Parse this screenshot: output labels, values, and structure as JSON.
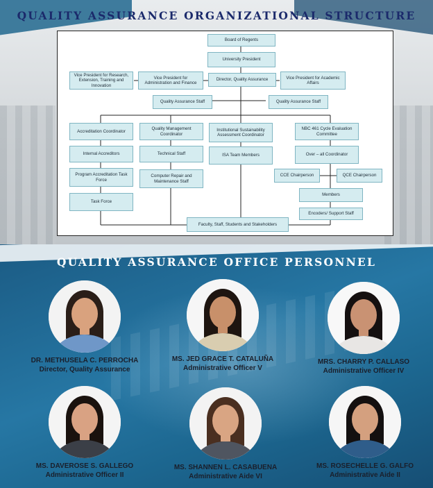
{
  "org_section": {
    "title": "QUALITY ASSURANCE ORGANIZATIONAL STRUCTURE",
    "nodes": {
      "board": "Board of Regents",
      "president": "University President",
      "director": "Director, Quality Assurance",
      "vp_research": "Vice President for Research, Extension, Training and Innovation",
      "vp_admin": "Vice President for Administration and Finance",
      "vp_academic": "Vice President for Academic Affairs",
      "qa_staff_left": "Quality Assurance Staff",
      "qa_staff_right": "Quality Assurance Staff",
      "accreditation": "Accreditation Coordinator",
      "qms": "Quality Management Coordinator",
      "isa_coord": "Institutional Sustainability Assessment Coordinator",
      "nbc": "NBC 461 Cycle Evaluation Committee",
      "internal": "Internal Accreditors",
      "technical": "Technical Staff",
      "isa_team": "ISA Team Members",
      "overall": "Over – all Coordinator",
      "program_tf": "Program Accreditation Task Force",
      "repair": "Computer Repair and Maintenance Staff",
      "cce": "CCE Chairperson",
      "qce": "QCE Chairperson",
      "task_force": "Task Force",
      "members": "Members",
      "encoders": "Encoders/ Support Staff",
      "faculty": "Faculty, Staff, Students and Stakeholders"
    }
  },
  "personnel_section": {
    "title": "QUALITY ASSURANCE OFFICE PERSONNEL",
    "people": [
      {
        "name": "DR. METHUSELA C. PERROCHA",
        "role": "Director, Quality Assurance",
        "bg": "#f3f3f3",
        "hair": "#2a1e18",
        "skin": "#d9a27e",
        "shirt": "#6f97c8"
      },
      {
        "name": "MS. JED GRACE T. CATALUÑA",
        "role": "Administrative Officer V",
        "bg": "#f6f6f6",
        "hair": "#1e1510",
        "skin": "#c8906a",
        "shirt": "#d9cdb0"
      },
      {
        "name": "MRS. CHARRY P. CALLASO",
        "role": "Administrative Officer IV",
        "bg": "#f8f8f8",
        "hair": "#151010",
        "skin": "#c99273",
        "shirt": "#e8e6e4"
      },
      {
        "name": "MS. DAVEROSE S. GALLEGO",
        "role": "Administrative Officer II",
        "bg": "#f4f4f4",
        "hair": "#1a120e",
        "skin": "#d9a283",
        "shirt": "#3b3f47"
      },
      {
        "name": "MS. SHANNEN L. CASABUENA",
        "role": "Administrative Aide VI",
        "bg": "#f3f3f3",
        "hair": "#4a2f20",
        "skin": "#d9a583",
        "shirt": "#4f5560"
      },
      {
        "name": "MS. ROSECHELLE G. GALFO",
        "role": "Administrative Aide II",
        "bg": "#f6f6f6",
        "hair": "#141010",
        "skin": "#d4a07f",
        "shirt": "#2f5d8a"
      }
    ]
  }
}
